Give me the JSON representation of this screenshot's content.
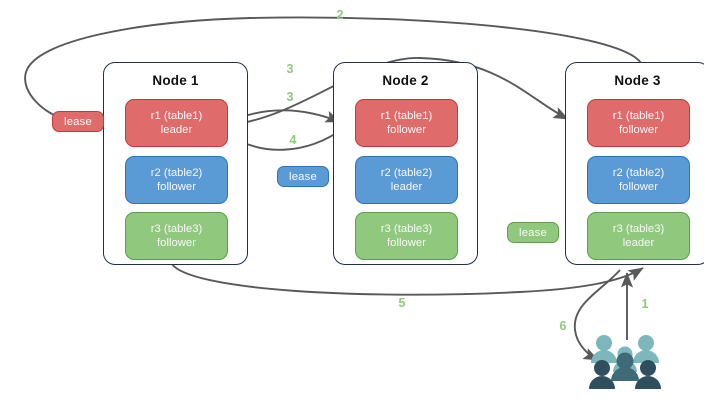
{
  "diagram": {
    "title": "raft lease replication diagram",
    "colors": {
      "red": "#e06b6b",
      "red_border": "#c23b3b",
      "blue": "#5b9bd5",
      "blue_border": "#2e75b6",
      "green": "#90c97e",
      "green_border": "#5f9e4a",
      "node_border": "#21304b",
      "arrow": "#595959",
      "step_label": "#8fc97d",
      "users_light": "#7cb8bb",
      "users_dark": "#2f4f5e"
    }
  },
  "nodes": [
    {
      "title": "Node 1",
      "replicas": [
        {
          "name": "r1 (table1)",
          "role": "leader",
          "color": "red"
        },
        {
          "name": "r2 (table2)",
          "role": "follower",
          "color": "blue"
        },
        {
          "name": "r3 (table3)",
          "role": "follower",
          "color": "green"
        }
      ]
    },
    {
      "title": "Node 2",
      "replicas": [
        {
          "name": "r1 (table1)",
          "role": "follower",
          "color": "red"
        },
        {
          "name": "r2 (table2)",
          "role": "leader",
          "color": "blue"
        },
        {
          "name": "r3 (table3)",
          "role": "follower",
          "color": "green"
        }
      ]
    },
    {
      "title": "Node 3",
      "replicas": [
        {
          "name": "r1 (table1)",
          "role": "follower",
          "color": "red"
        },
        {
          "name": "r2 (table2)",
          "role": "follower",
          "color": "blue"
        },
        {
          "name": "r3 (table3)",
          "role": "leader",
          "color": "green"
        }
      ]
    }
  ],
  "leases": [
    {
      "label": "lease",
      "color": "red"
    },
    {
      "label": "lease",
      "color": "blue"
    },
    {
      "label": "lease",
      "color": "green"
    }
  ],
  "steps": [
    {
      "label": "1"
    },
    {
      "label": "2"
    },
    {
      "label": "3"
    },
    {
      "label": "3"
    },
    {
      "label": "4"
    },
    {
      "label": "5"
    },
    {
      "label": "6"
    }
  ],
  "icons": {
    "users": "users-group-icon"
  }
}
